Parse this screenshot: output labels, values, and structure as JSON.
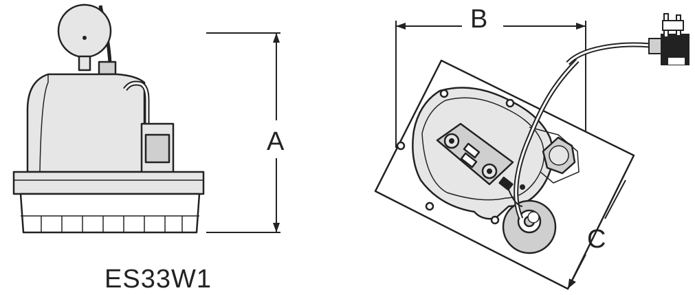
{
  "model_label": "ES33W1",
  "dimensions": {
    "a": "A",
    "b": "B",
    "c": "C"
  },
  "icons": {
    "pump": "submersible-pump-side-view",
    "pump_top": "submersible-pump-top-view",
    "plug": "power-plug"
  },
  "colors": {
    "line": "#222222",
    "fill_light": "#e6e6e6",
    "fill_mid": "#cfcfcf",
    "background": "#ffffff"
  }
}
